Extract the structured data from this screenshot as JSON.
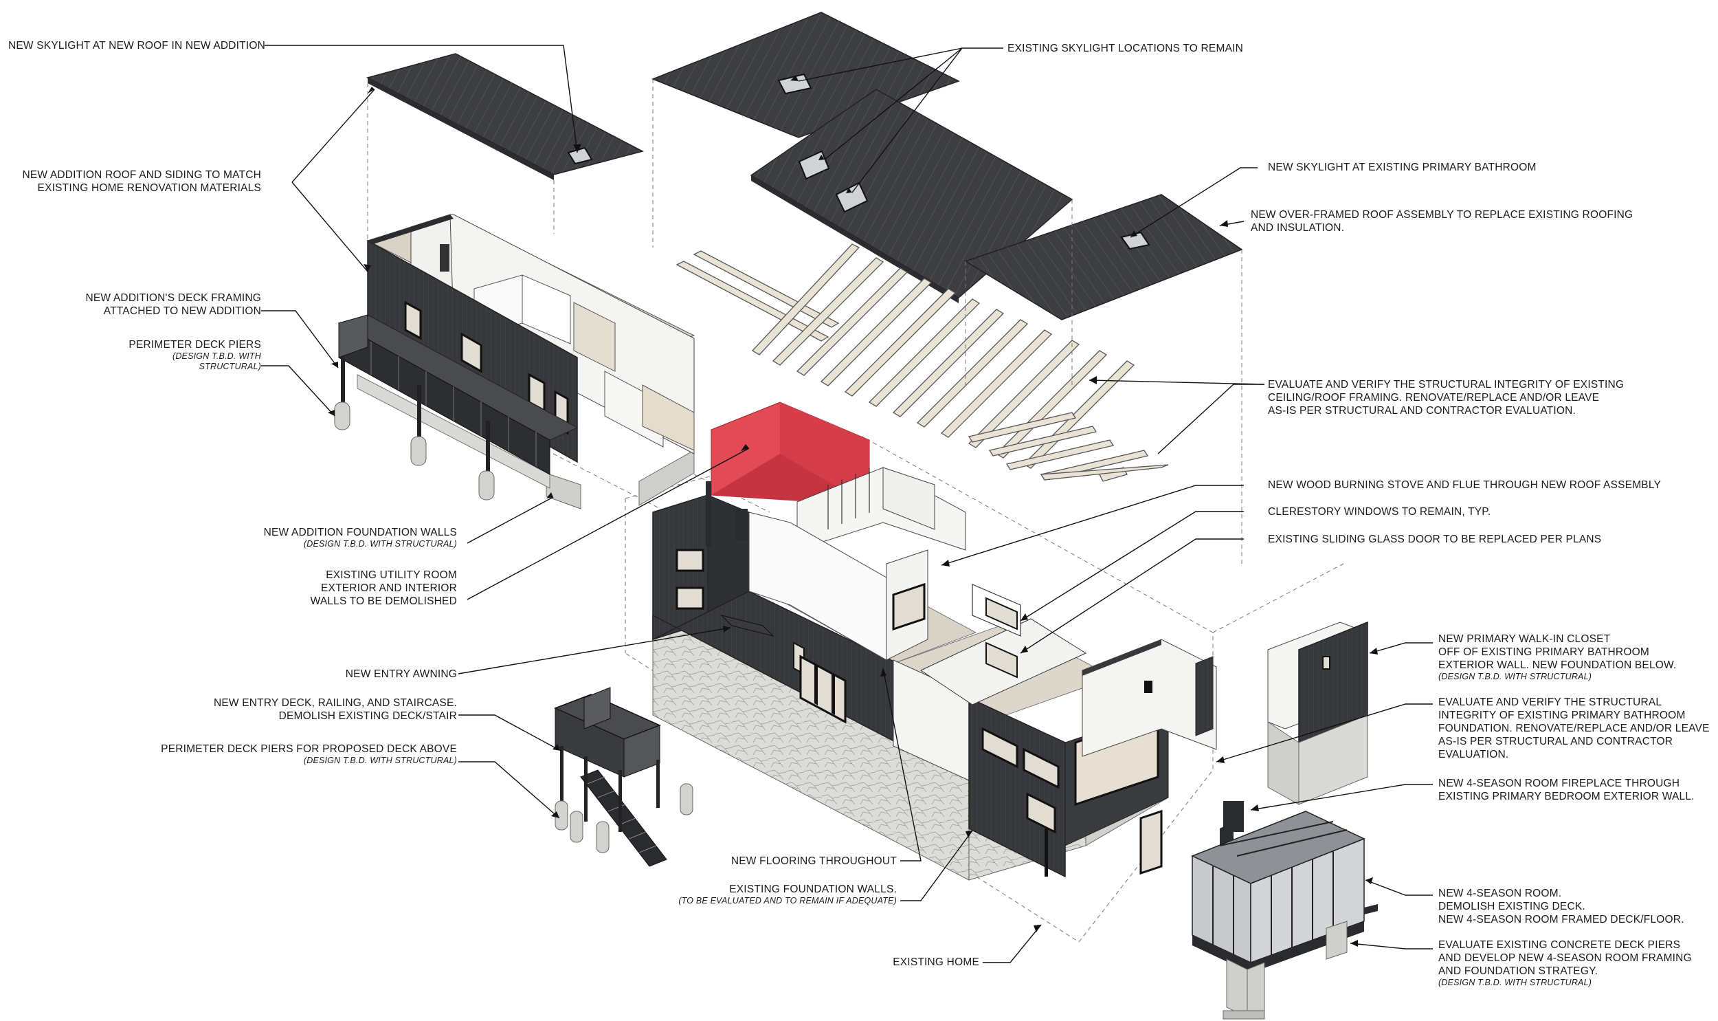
{
  "colors": {
    "roof": "#3d3e42",
    "roof_seam": "#56585d",
    "wall_dark": "#35363a",
    "wall_light": "#f4f4f2",
    "floor": "#d9d2c6",
    "framing": "#e8e2d6",
    "stone": "#d6d6d3",
    "concrete": "#c9c9c6",
    "demolish_red": "#e24a55",
    "leader": "#111111"
  },
  "callouts": {
    "skylight_new_roof": {
      "lines": [
        "NEW SKYLIGHT AT NEW ROOF IN NEW ADDITION"
      ]
    },
    "addition_roof_siding": {
      "lines": [
        "NEW ADDITION ROOF AND SIDING TO MATCH",
        "EXISTING HOME RENOVATION MATERIALS"
      ]
    },
    "addition_deck_framing": {
      "lines": [
        "NEW ADDITION'S DECK FRAMING",
        "ATTACHED TO NEW ADDITION"
      ]
    },
    "perimeter_deck_piers": {
      "lines": [
        "PERIMETER DECK PIERS"
      ],
      "note": [
        "(DESIGN T.B.D. WITH",
        "STRUCTURAL)"
      ]
    },
    "addition_foundation": {
      "lines": [
        "NEW ADDITION FOUNDATION WALLS"
      ],
      "note": [
        "(DESIGN T.B.D. WITH STRUCTURAL)"
      ]
    },
    "utility_room": {
      "lines": [
        "EXISTING UTILITY ROOM",
        "EXTERIOR AND INTERIOR",
        "WALLS TO BE DEMOLISHED"
      ]
    },
    "entry_awning": {
      "lines": [
        "NEW ENTRY AWNING"
      ]
    },
    "entry_deck": {
      "lines": [
        "NEW ENTRY DECK, RAILING, AND STAIRCASE.",
        "DEMOLISH EXISTING DECK/STAIR"
      ]
    },
    "proposed_deck_piers": {
      "lines": [
        "PERIMETER DECK PIERS FOR PROPOSED DECK ABOVE"
      ],
      "note": [
        "(DESIGN T.B.D. WITH STRUCTURAL)"
      ]
    },
    "flooring": {
      "lines": [
        "NEW FLOORING THROUGHOUT"
      ]
    },
    "foundation_walls": {
      "lines": [
        "EXISTING FOUNDATION WALLS."
      ],
      "note": [
        "(TO BE EVALUATED AND TO REMAIN IF ADEQUATE)"
      ]
    },
    "existing_home": {
      "lines": [
        "EXISTING HOME"
      ]
    },
    "existing_skylights": {
      "lines": [
        "EXISTING SKYLIGHT LOCATIONS TO REMAIN"
      ]
    },
    "skylight_bathroom": {
      "lines": [
        "NEW SKYLIGHT AT EXISTING PRIMARY BATHROOM"
      ]
    },
    "overframed_roof": {
      "lines": [
        "NEW OVER-FRAMED ROOF ASSEMBLY TO REPLACE EXISTING ROOFING",
        "AND INSULATION."
      ]
    },
    "ceiling_framing": {
      "lines": [
        "EVALUATE AND VERIFY THE STRUCTURAL INTEGRITY OF EXISTING",
        "CEILING/ROOF FRAMING. RENOVATE/REPLACE AND/OR LEAVE",
        "AS-IS PER STRUCTURAL AND CONTRACTOR EVALUATION."
      ]
    },
    "wood_stove": {
      "lines": [
        "NEW WOOD BURNING STOVE AND FLUE THROUGH NEW ROOF ASSEMBLY"
      ]
    },
    "clerestory": {
      "lines": [
        "CLERESTORY WINDOWS TO REMAIN, TYP."
      ]
    },
    "sliding_door": {
      "lines": [
        "EXISTING SLIDING GLASS DOOR TO BE REPLACED PER PLANS"
      ]
    },
    "walkin_closet": {
      "lines": [
        "NEW PRIMARY WALK-IN CLOSET",
        "OFF OF EXISTING PRIMARY BATHROOM",
        "EXTERIOR WALL. NEW FOUNDATION BELOW."
      ],
      "note": [
        "(DESIGN T.B.D. WITH STRUCTURAL)"
      ]
    },
    "bathroom_foundation": {
      "lines": [
        "EVALUATE AND VERIFY THE STRUCTURAL",
        "INTEGRITY OF EXISTING PRIMARY BATHROOM",
        "FOUNDATION. RENOVATE/REPLACE AND/OR LEAVE",
        "AS-IS PER STRUCTURAL AND CONTRACTOR",
        "EVALUATION."
      ]
    },
    "fireplace": {
      "lines": [
        "NEW 4-SEASON ROOM FIREPLACE THROUGH",
        "EXISTING PRIMARY BEDROOM EXTERIOR WALL."
      ]
    },
    "four_season_room": {
      "lines": [
        "NEW 4-SEASON ROOM.",
        "DEMOLISH EXISTING DECK.",
        "NEW 4-SEASON ROOM FRAMED DECK/FLOOR."
      ]
    },
    "concrete_piers": {
      "lines": [
        "EVALUATE EXISTING CONCRETE DECK PIERS",
        "AND DEVELOP NEW 4-SEASON ROOM FRAMING",
        "AND FOUNDATION STRATEGY."
      ],
      "note": [
        "(DESIGN T.B.D. WITH STRUCTURAL)"
      ]
    }
  }
}
